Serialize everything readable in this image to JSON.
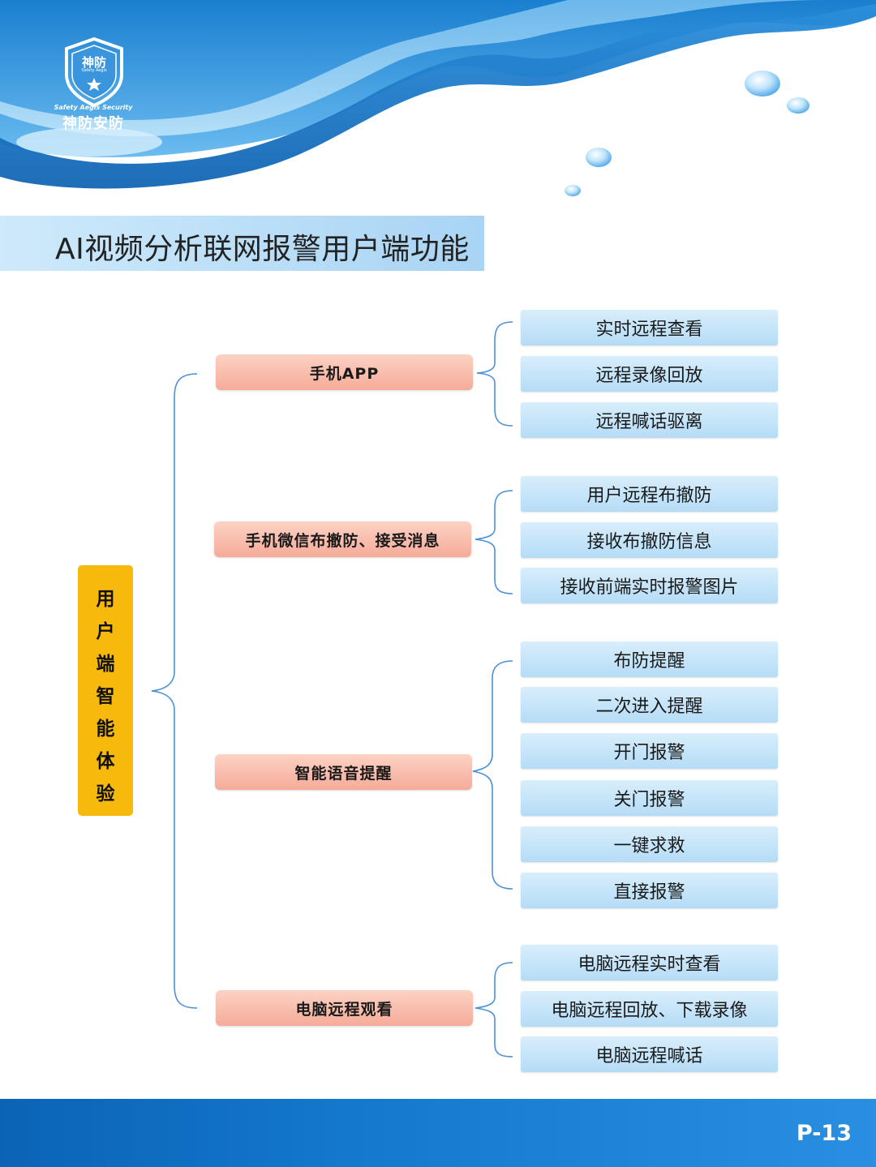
{
  "brand": {
    "shield_text": "神防",
    "shield_subtext": "Safety Aegis",
    "tagline": "Safety Aegis Security",
    "name": "神防安防"
  },
  "title": "AI视频分析联网报警用户端功能",
  "root": {
    "chars": [
      "用",
      "户",
      "端",
      "智",
      "能",
      "体",
      "验"
    ]
  },
  "categories": [
    {
      "label": "手机APP",
      "items": [
        "实时远程查看",
        "远程录像回放",
        "远程喊话驱离"
      ]
    },
    {
      "label": "手机微信布撤防、接受消息",
      "items": [
        "用户远程布撤防",
        "接收布撤防信息",
        "接收前端实时报警图片"
      ]
    },
    {
      "label": "智能语音提醒",
      "items": [
        "布防提醒",
        "二次进入提醒",
        "开门报警",
        "关门报警",
        "一键求救",
        "直接报警"
      ]
    },
    {
      "label": "电脑远程观看",
      "items": [
        "电脑远程实时查看",
        "电脑远程回放、下载录像",
        "电脑远程喊话"
      ]
    }
  ],
  "footer": {
    "page_number": "P-13"
  },
  "colors": {
    "root_box": "#f7b90c",
    "category_box": "#f6ab98",
    "leaf_box": "#b5dcf6",
    "connector": "#4a90d9",
    "footer": "#1478cc"
  }
}
